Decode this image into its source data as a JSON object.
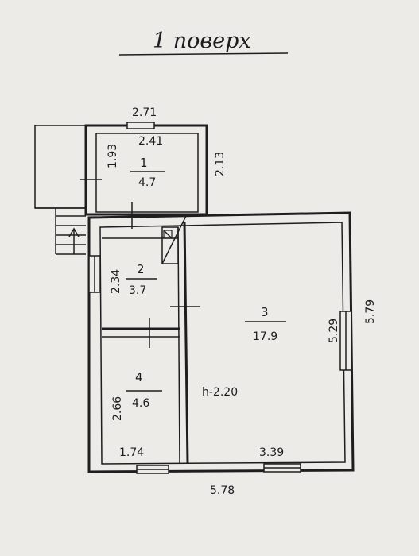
{
  "title": "1 поверх",
  "dimensions": {
    "top_outer_width": "2.71",
    "room1_inner_width": "2.41",
    "room1_depth_left": "1.93",
    "room1_depth_right": "2.13",
    "room2_depth": "2.34",
    "room4_depth": "2.66",
    "room4_width": "1.74",
    "room3_width": "3.39",
    "room3_depth_inner": "5.29",
    "outer_depth_right": "5.79",
    "bottom_outer_width": "5.78",
    "ceiling_height": "h-2.20"
  },
  "rooms": [
    {
      "number": "1",
      "area": "4.7"
    },
    {
      "number": "2",
      "area": "3.7"
    },
    {
      "number": "3",
      "area": "17.9"
    },
    {
      "number": "4",
      "area": "4.6"
    }
  ]
}
